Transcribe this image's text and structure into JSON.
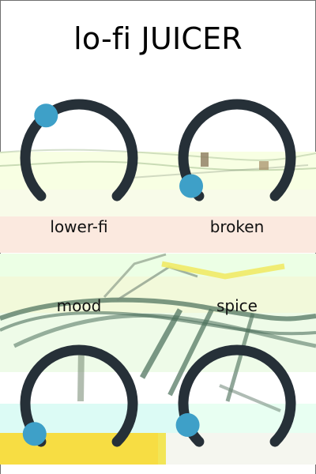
{
  "app": {
    "title": "lo-fi JUICER"
  },
  "knobs": [
    {
      "label": "lower-fi",
      "value": 0.36,
      "track_color": "#263038",
      "thumb_color": "#3ea0c8"
    },
    {
      "label": "broken",
      "value": 0.05,
      "track_color": "#263038",
      "thumb_color": "#3ea0c8"
    },
    {
      "label": "mood",
      "value": 0.04,
      "track_color": "#263038",
      "thumb_color": "#3ea0c8"
    },
    {
      "label": "spice",
      "value": 0.08,
      "track_color": "#263038",
      "thumb_color": "#3ea0c8"
    }
  ]
}
